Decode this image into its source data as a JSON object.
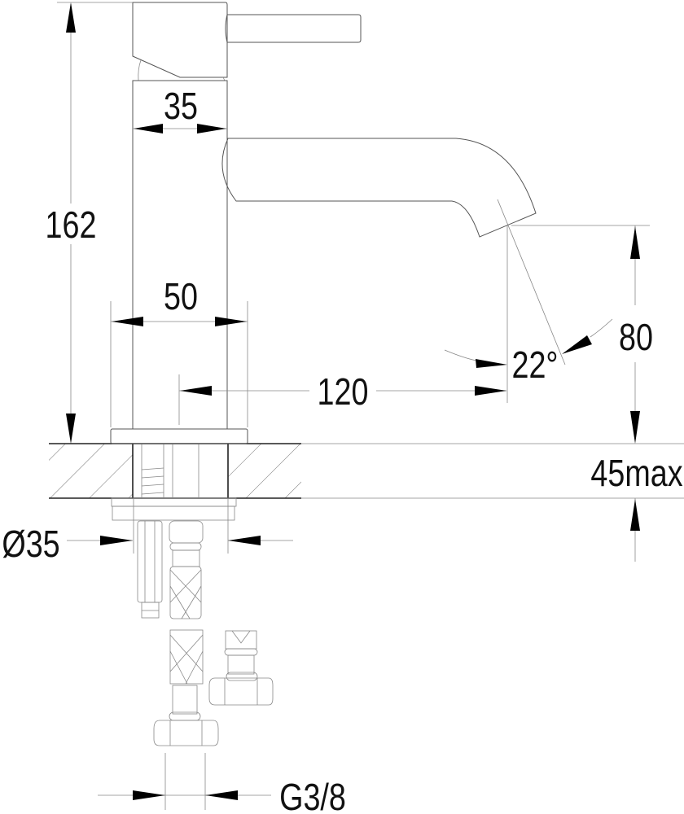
{
  "drawing": {
    "dimensions": {
      "height_total": "162",
      "body_width": "35",
      "flange_width": "50",
      "spout_reach": "120",
      "spout_height": "80",
      "angle": "22°",
      "counter_thickness": "45max",
      "hole_diameter": "Ø35",
      "thread": "G3/8"
    },
    "colors": {
      "line": "#222222",
      "construction": "#888888",
      "arrow": "#000000"
    }
  }
}
